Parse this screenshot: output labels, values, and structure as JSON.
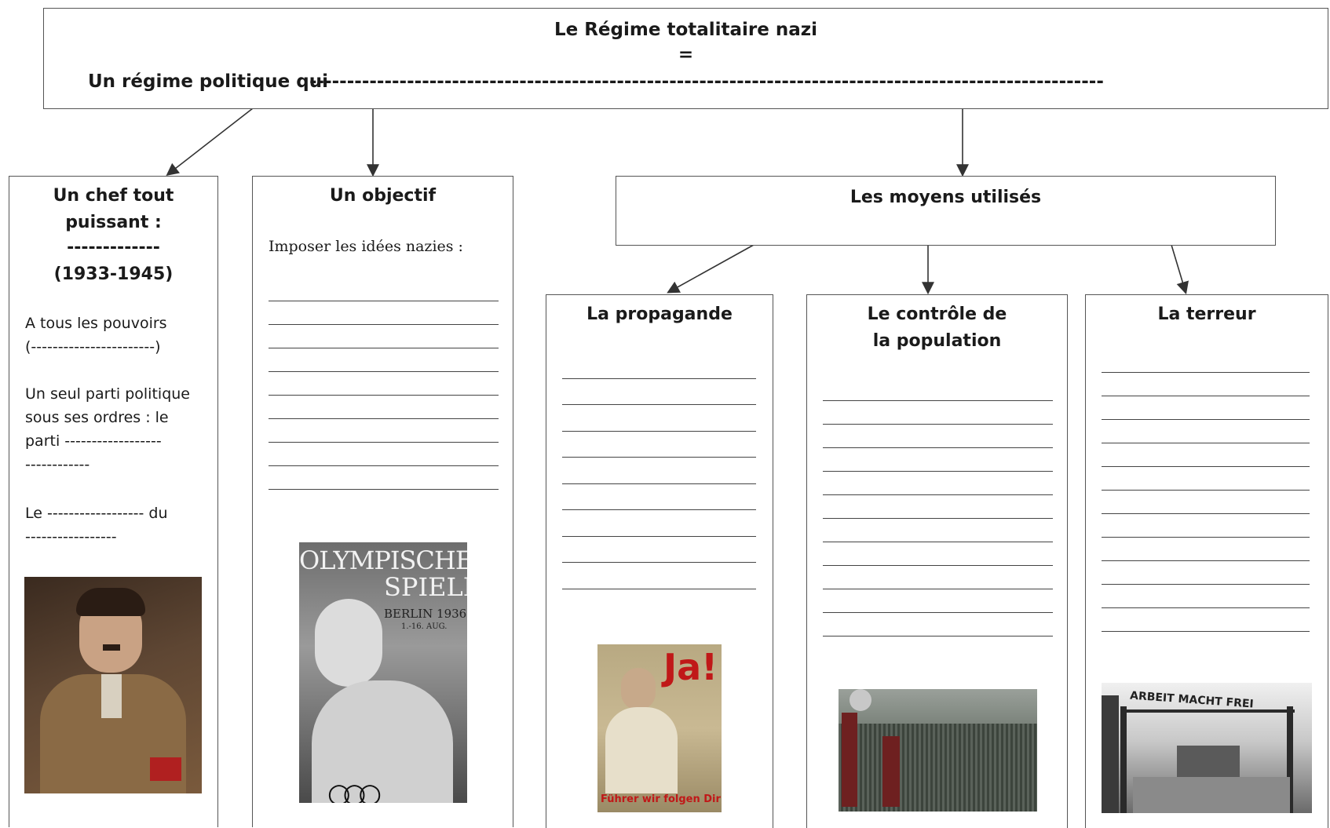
{
  "header": {
    "title": "Le Régime totalitaire nazi",
    "equals": "=",
    "definition_prefix": "Un régime politique qui",
    "definition_blank": "----------------------------------------------------------------------------------------------------------"
  },
  "col_chef": {
    "title_line1": "Un chef tout",
    "title_line2": "puissant :",
    "blank": "-------------",
    "years": "(1933-1945)",
    "p1_line1": "A tous les pouvoirs",
    "p1_line2": "(-----------------------)",
    "p2_line1": "Un seul parti politique",
    "p2_line2": "sous ses ordres : le",
    "p2_line3": "parti ------------------",
    "p2_line4": "------------",
    "p3_line1": "Le ------------------ du",
    "p3_line2": "-----------------",
    "image": "hitler-portrait"
  },
  "col_objectif": {
    "title": "Un objectif",
    "subtitle": "Imposer les idées nazies :",
    "poster": {
      "line1": "OLYMPISCHE",
      "line2": "SPIELE",
      "line3": "BERLIN 1936",
      "line4": "1.-16. AUG."
    }
  },
  "col_moyens": {
    "title": "Les moyens utilisés"
  },
  "col_propagande": {
    "title": "La propagande",
    "poster": {
      "top_text": "Ja!",
      "bottom_text": "Führer wir folgen Dir!"
    }
  },
  "col_controle": {
    "title_line1": "Le contrôle de",
    "title_line2": "la population",
    "image": "nuremberg-rally"
  },
  "col_terreur": {
    "title": "La terreur",
    "gate_text": "ARBEIT MACHT FREI"
  },
  "colors": {
    "border": "#555555",
    "text": "#1a1a1a"
  }
}
